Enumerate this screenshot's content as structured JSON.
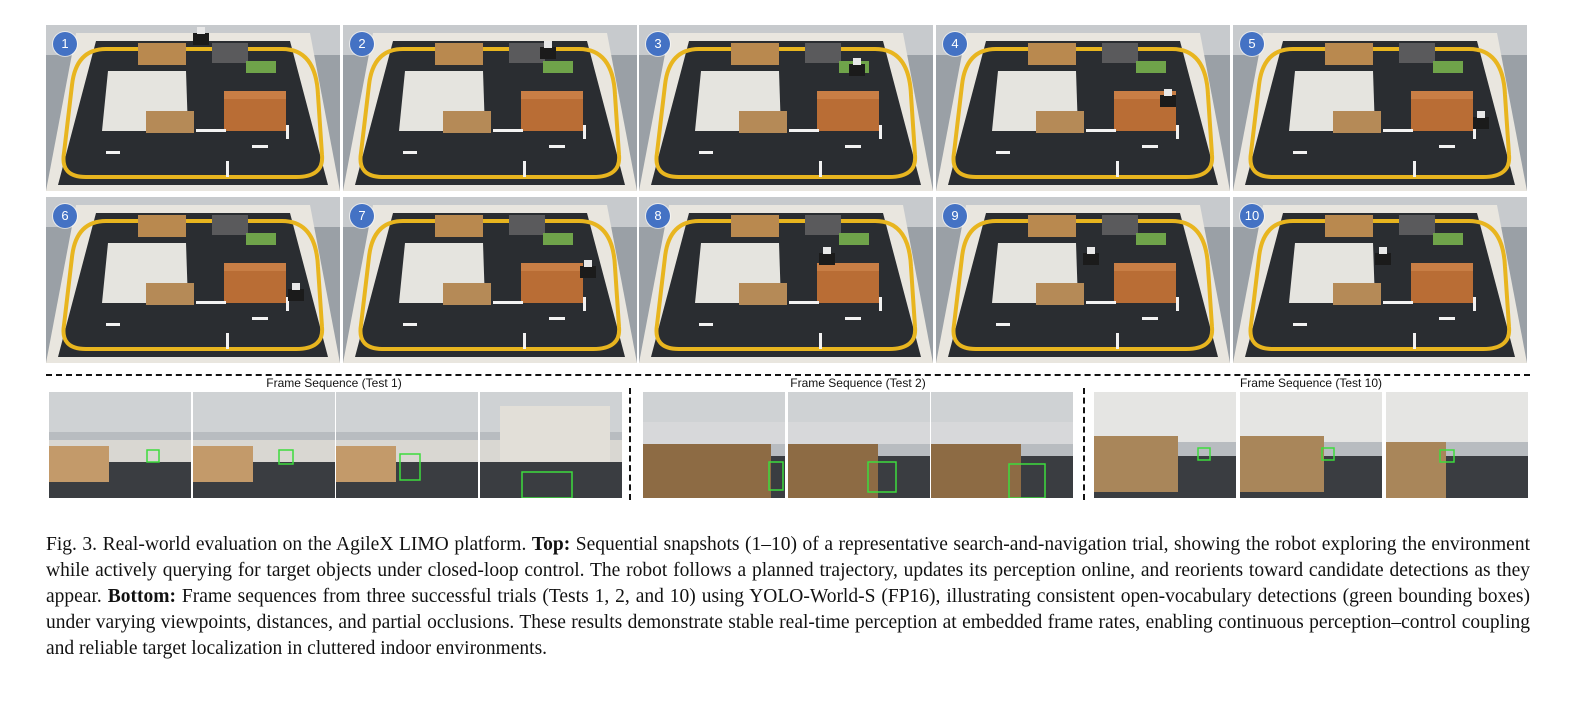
{
  "snapshots": [
    "1",
    "2",
    "3",
    "4",
    "5",
    "6",
    "7",
    "8",
    "9",
    "10"
  ],
  "sequences": [
    {
      "title": "Frame Sequence (Test 1)"
    },
    {
      "title": "Frame Sequence (Test 2)"
    },
    {
      "title": "Frame Sequence (Test 10)"
    }
  ],
  "caption": {
    "fig_label": "Fig. 3.",
    "text1": " Real-world evaluation on the AgileX LIMO platform. ",
    "top_label": "Top:",
    "text2": " Sequential snapshots (1–10) of a representative search-and-navigation trial, showing the robot exploring the environment while actively querying for target objects under closed-loop control. The robot follows a planned trajectory, updates its perception online, and reorients toward candidate detections as they appear. ",
    "bottom_label": "Bottom:",
    "text3": " Frame sequences from three successful trials (Tests 1, 2, and 10) using YOLO-World-S (FP16), illustrating consistent open-vocabulary detections (green bounding boxes) under varying viewpoints, distances, and partial occlusions. These results demonstrate stable real-time perception at embedded frame rates, enabling continuous perception–control coupling and reliable target localization in cluttered indoor environments."
  },
  "colors": {
    "badge": "#4472c4",
    "detection_box": "#3ddc3d",
    "track": "#2a2d31",
    "track_edge": "#e8b51f"
  }
}
